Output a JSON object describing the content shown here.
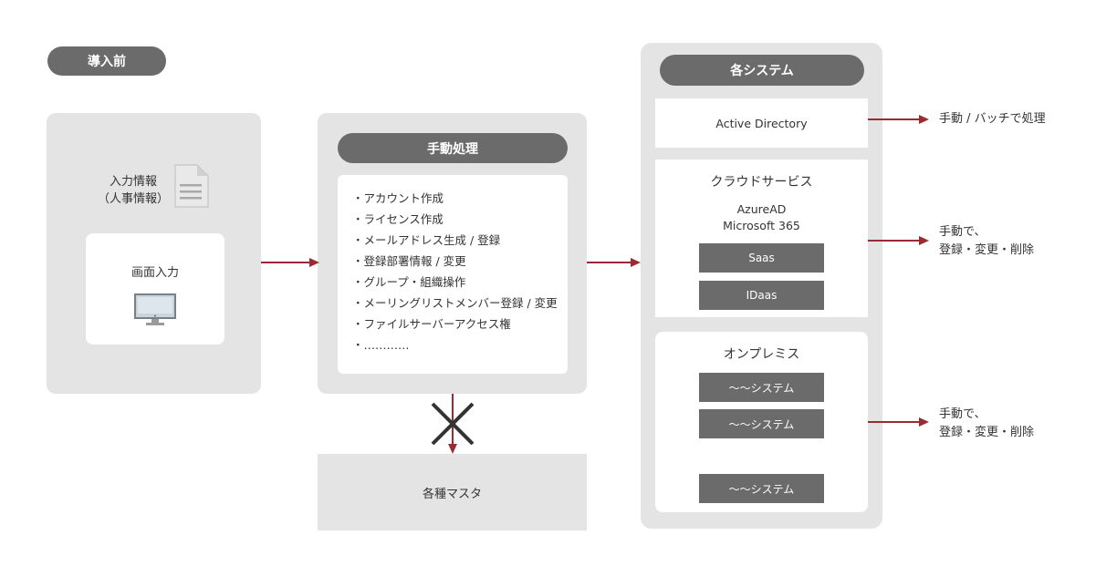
{
  "badge": "導入前",
  "left": {
    "doc_label_line1": "入力情報",
    "doc_label_line2": "（人事情報）",
    "screen_input_label": "画面入力",
    "doc_icon": "document-icon",
    "monitor_icon": "monitor-icon"
  },
  "middle": {
    "header": "手動処理",
    "tasks": [
      "アカウント作成",
      "ライセンス作成",
      "メールアドレス生成 / 登録",
      "登録部署情報 / 変更",
      "グループ・組織操作",
      "メーリングリストメンバー登録 / 変更",
      "ファイルサーバーアクセス権",
      "…………"
    ],
    "master_label": "各種マスタ",
    "blocked_icon": "cross-icon"
  },
  "right": {
    "header": "各システム",
    "active_directory": "Active Directory",
    "cloud": {
      "title": "クラウドサービス",
      "line1": "AzureAD",
      "line2": "Microsoft 365",
      "buttons": [
        "Saas",
        "IDaas"
      ]
    },
    "onprem": {
      "title": "オンプレミス",
      "buttons": [
        "〜〜システム",
        "〜〜システム",
        "〜〜システム"
      ]
    }
  },
  "outputs": {
    "ad": "手動 / バッチで処理",
    "cloud_line1": "手動で、",
    "cloud_line2": "登録・変更・削除",
    "onprem_line1": "手動で、",
    "onprem_line2": "登録・変更・削除"
  },
  "colors": {
    "arrow": "#9b2b33",
    "panel": "#e4e4e4",
    "pill": "#6b6b6b"
  }
}
